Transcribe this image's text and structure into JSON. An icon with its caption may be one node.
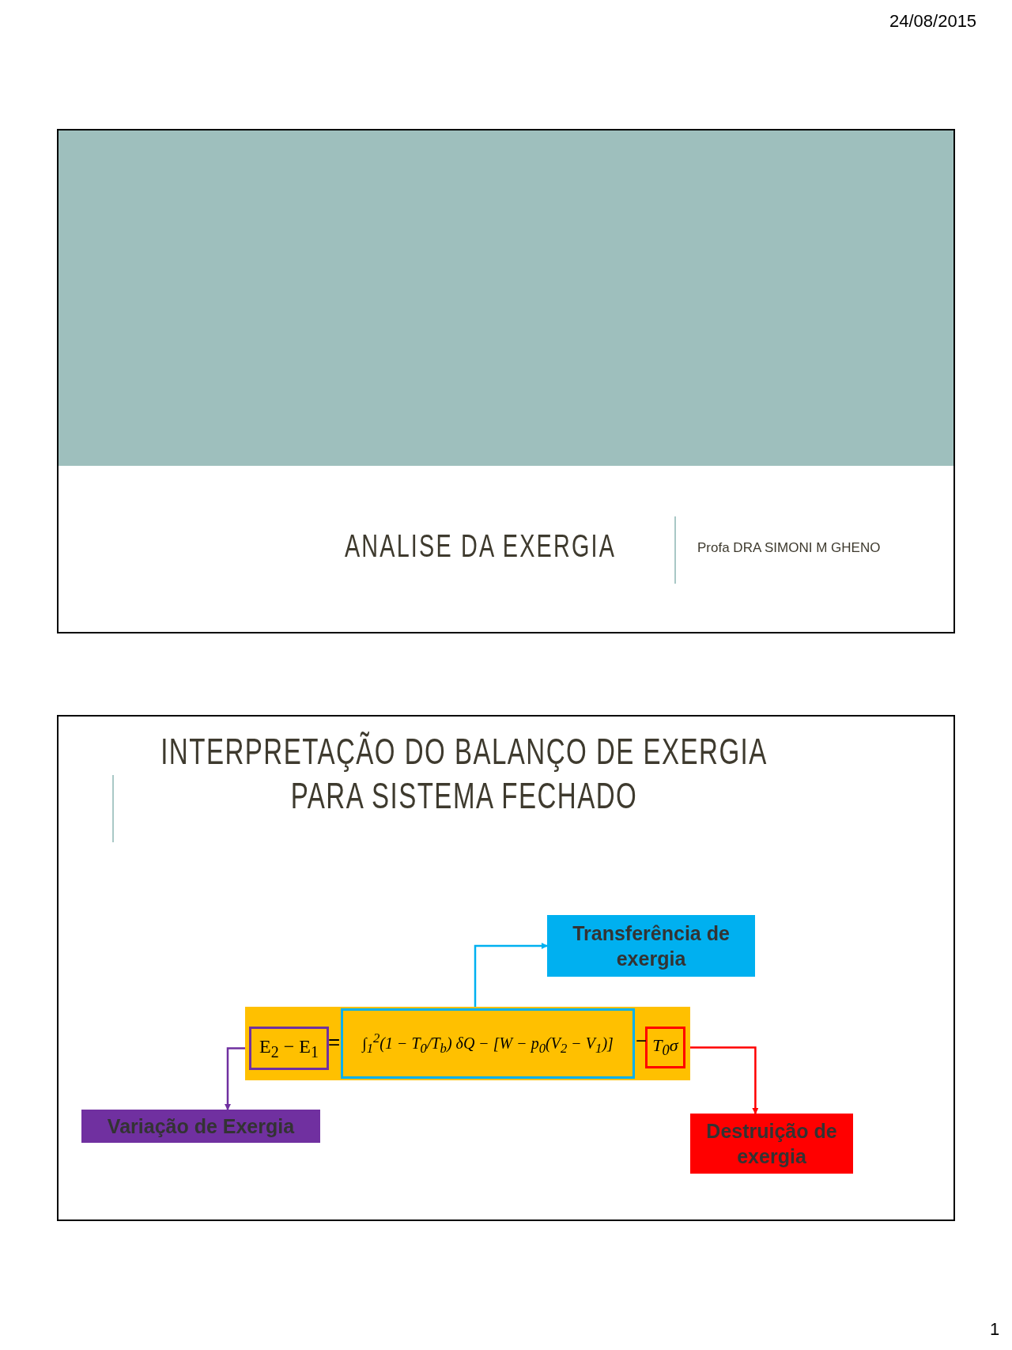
{
  "diagram": {
    "title": "INTERPRETAÇÃO DO BALANÇO DE EXERGIA PARA SISTEMA FECHADO",
    "nodes": [
      {
        "text": [],
        "shape": "box"
      },
      {
        "text": [
          "E$_{2}$ − E$_{1}$"
        ],
        "in": 0
      },
      {
        "text": [
          "∫$_{1}$$^{2}$(1 − T$_{0}$/T$_{b}$) δQ − [W − p$_{0}$(V$_{2}$ − V$_{1}$)]"
        ],
        "in": 0
      },
      {
        "text": [
          "T$_{0}$σ"
        ],
        "in": 0
      },
      {
        "text": [
          "Transferência de exergia"
        ]
      },
      {
        "text": [
          "Variação de Exergia"
        ]
      },
      {
        "text": [
          "Destruição de exergia"
        ]
      }
    ],
    "edges": [
      {
        "from": 2,
        "to": 4,
        "arrow": "to",
        "color": "#00b0f0"
      },
      {
        "from": 1,
        "to": 5,
        "arrow": "to",
        "color": "#7030a0"
      },
      {
        "from": 3,
        "to": 6,
        "arrow": "to",
        "color": "#ff0000"
      }
    ],
    "labels": [
      "24/08/2015",
      "ANALISE DA EXERGIA",
      "Profa DRA SIMONI M GHENO",
      "=",
      "−",
      "1"
    ]
  }
}
